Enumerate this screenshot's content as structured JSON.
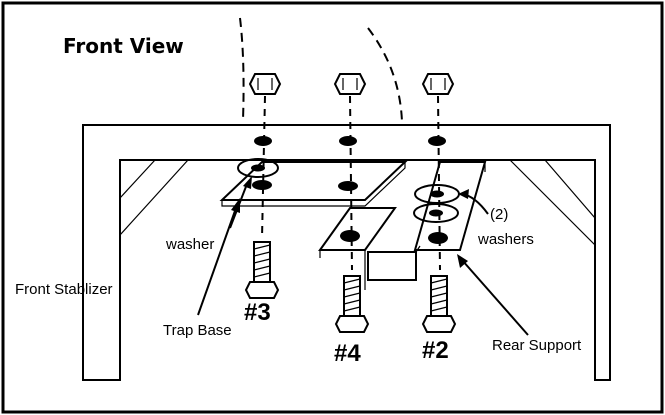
{
  "title": "Front View",
  "labels": {
    "washer": "washer",
    "front_stabilizer": "Front Stablizer",
    "trap_base": "Trap Base",
    "washers_count": "(2)",
    "washers": "washers",
    "rear_support": "Rear Support"
  },
  "bolt_numbers": {
    "left": "#3",
    "center": "#4",
    "right": "#2"
  }
}
